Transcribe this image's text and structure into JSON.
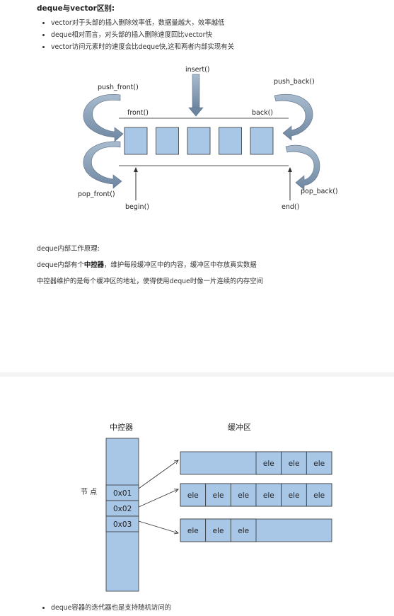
{
  "heading": "deque与vector区别:",
  "bullets": [
    "vector对于头部的插入删除效率低，数据量越大，效率越低",
    "deque相对而言，对头部的插入删除速度回比vector快",
    "vector访问元素时的速度会比deque快,这和两者内部实现有关"
  ],
  "diagram1": {
    "insert": "insert()",
    "push_front": "push_front()",
    "push_back": "push_back()",
    "front": "front()",
    "back": "back()",
    "pop_front": "pop_front()",
    "pop_back": "pop_back()",
    "begin": "begin()",
    "end": "end()",
    "cell_count": 5
  },
  "principle_title": "deque内部工作原理:",
  "principle_line1_pre": "deque内部有个",
  "principle_line1_bold": "中控器",
  "principle_line1_post": "，维护每段缓冲区中的内容，缓冲区中存放真实数据",
  "principle_line2": "中控器维护的是每个缓冲区的地址，使得使用deque时像一片连续的内存空间",
  "diagram2": {
    "controller_label": "中控器",
    "buffer_label": "缓冲区",
    "node_label": "节 点",
    "nodes": [
      "0x01",
      "0x02",
      "0x03"
    ],
    "cell_text": "ele",
    "buffer_fill": [
      3,
      6,
      3
    ]
  },
  "last_bullet": "deque容器的迭代器也是支持随机访问的",
  "colors": {
    "box_fill": "#a8c6e6",
    "box_stroke": "#333333",
    "arrow_fill": "#7b93ad"
  }
}
